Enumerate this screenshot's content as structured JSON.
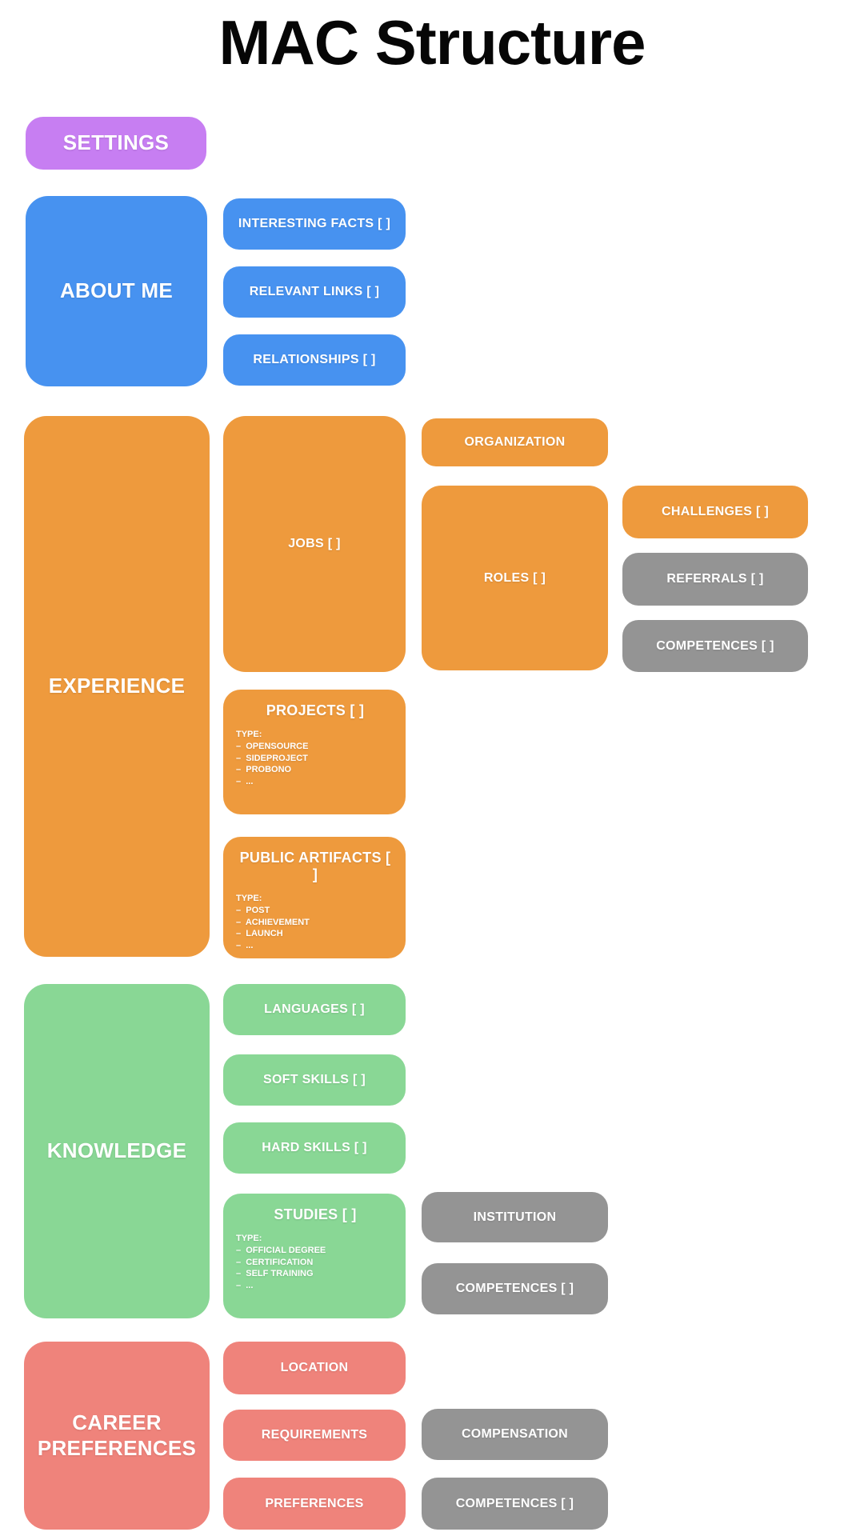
{
  "title": "MAC Structure",
  "colors": {
    "purple": "#c77ef2",
    "blue": "#4792f0",
    "orange": "#ee9a3d",
    "green": "#89d795",
    "salmon": "#ef837b",
    "gray": "#949494"
  },
  "settings": {
    "label": "SETTINGS"
  },
  "about_me": {
    "label": "ABOUT ME",
    "children": [
      {
        "label": "INTERESTING FACTS [ ]"
      },
      {
        "label": "RELEVANT LINKS [ ]"
      },
      {
        "label": "RELATIONSHIPS [ ]"
      }
    ]
  },
  "experience": {
    "label": "EXPERIENCE",
    "jobs": {
      "label": "JOBS [ ]",
      "organization": {
        "label": "ORGANIZATION"
      },
      "roles": {
        "label": "ROLES [ ]",
        "children": [
          {
            "label": "CHALLENGES [ ]"
          },
          {
            "label": "REFERRALS [ ]"
          },
          {
            "label": "COMPETENCES [ ]"
          }
        ]
      }
    },
    "projects": {
      "label": "PROJECTS [ ]",
      "type_heading": "TYPE:",
      "types": [
        "–  OPENSOURCE",
        "–  SIDEPROJECT",
        "–  PROBONO",
        "–  ..."
      ]
    },
    "public_artifacts": {
      "label": "PUBLIC ARTIFACTS [ ]",
      "type_heading": "TYPE:",
      "types": [
        "–  POST",
        "–  ACHIEVEMENT",
        "–  LAUNCH",
        "–  ..."
      ]
    }
  },
  "knowledge": {
    "label": "KNOWLEDGE",
    "children": [
      {
        "label": "LANGUAGES [ ]"
      },
      {
        "label": "SOFT SKILLS [ ]"
      },
      {
        "label": "HARD SKILLS [ ]"
      }
    ],
    "studies": {
      "label": "STUDIES [ ]",
      "type_heading": "TYPE:",
      "types": [
        "–  OFFICIAL DEGREE",
        "–  CERTIFICATION",
        "–  SELF TRAINING",
        "–  ..."
      ],
      "children": [
        {
          "label": "INSTITUTION"
        },
        {
          "label": "COMPETENCES [ ]"
        }
      ]
    }
  },
  "career_preferences": {
    "label": "CAREER PREFERENCES",
    "children": [
      {
        "label": "LOCATION"
      },
      {
        "label": "REQUIREMENTS"
      },
      {
        "label": "PREFERENCES"
      }
    ],
    "requirements_child": {
      "label": "COMPENSATION"
    },
    "preferences_child": {
      "label": "COMPETENCES [ ]"
    }
  }
}
